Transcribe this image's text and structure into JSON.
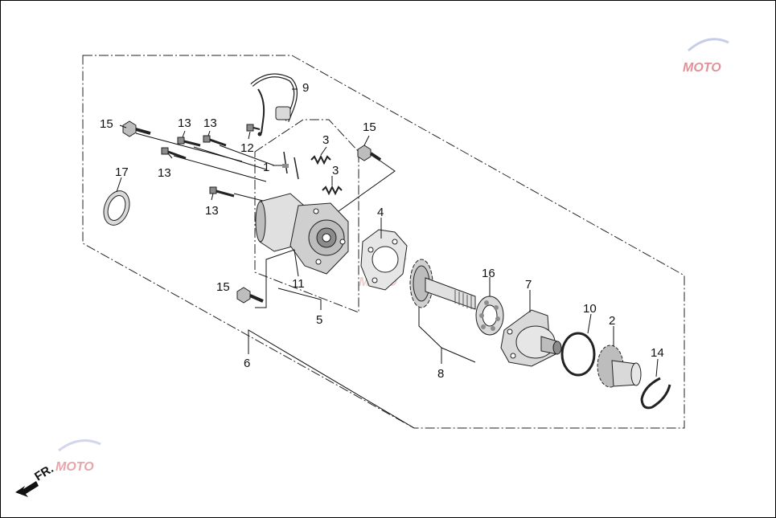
{
  "callouts": {
    "c1": "1",
    "c2": "2",
    "c3a": "3",
    "c3b": "3",
    "c4": "4",
    "c5": "5",
    "c6": "6",
    "c7": "7",
    "c8": "8",
    "c9": "9",
    "c10": "10",
    "c11": "11",
    "c12": "12",
    "c13a": "13",
    "c13b": "13",
    "c13c": "13",
    "c13d": "13",
    "c14": "14",
    "c15a": "15",
    "c15b": "15",
    "c15c": "15",
    "c16": "16",
    "c17": "17"
  },
  "front_marker": "FR.",
  "watermark": "MOTO",
  "colors": {
    "stroke": "#222222",
    "part_fill": "#d9d9d9",
    "part_dark": "#8c8c8c",
    "watermark": "#c93a45"
  }
}
